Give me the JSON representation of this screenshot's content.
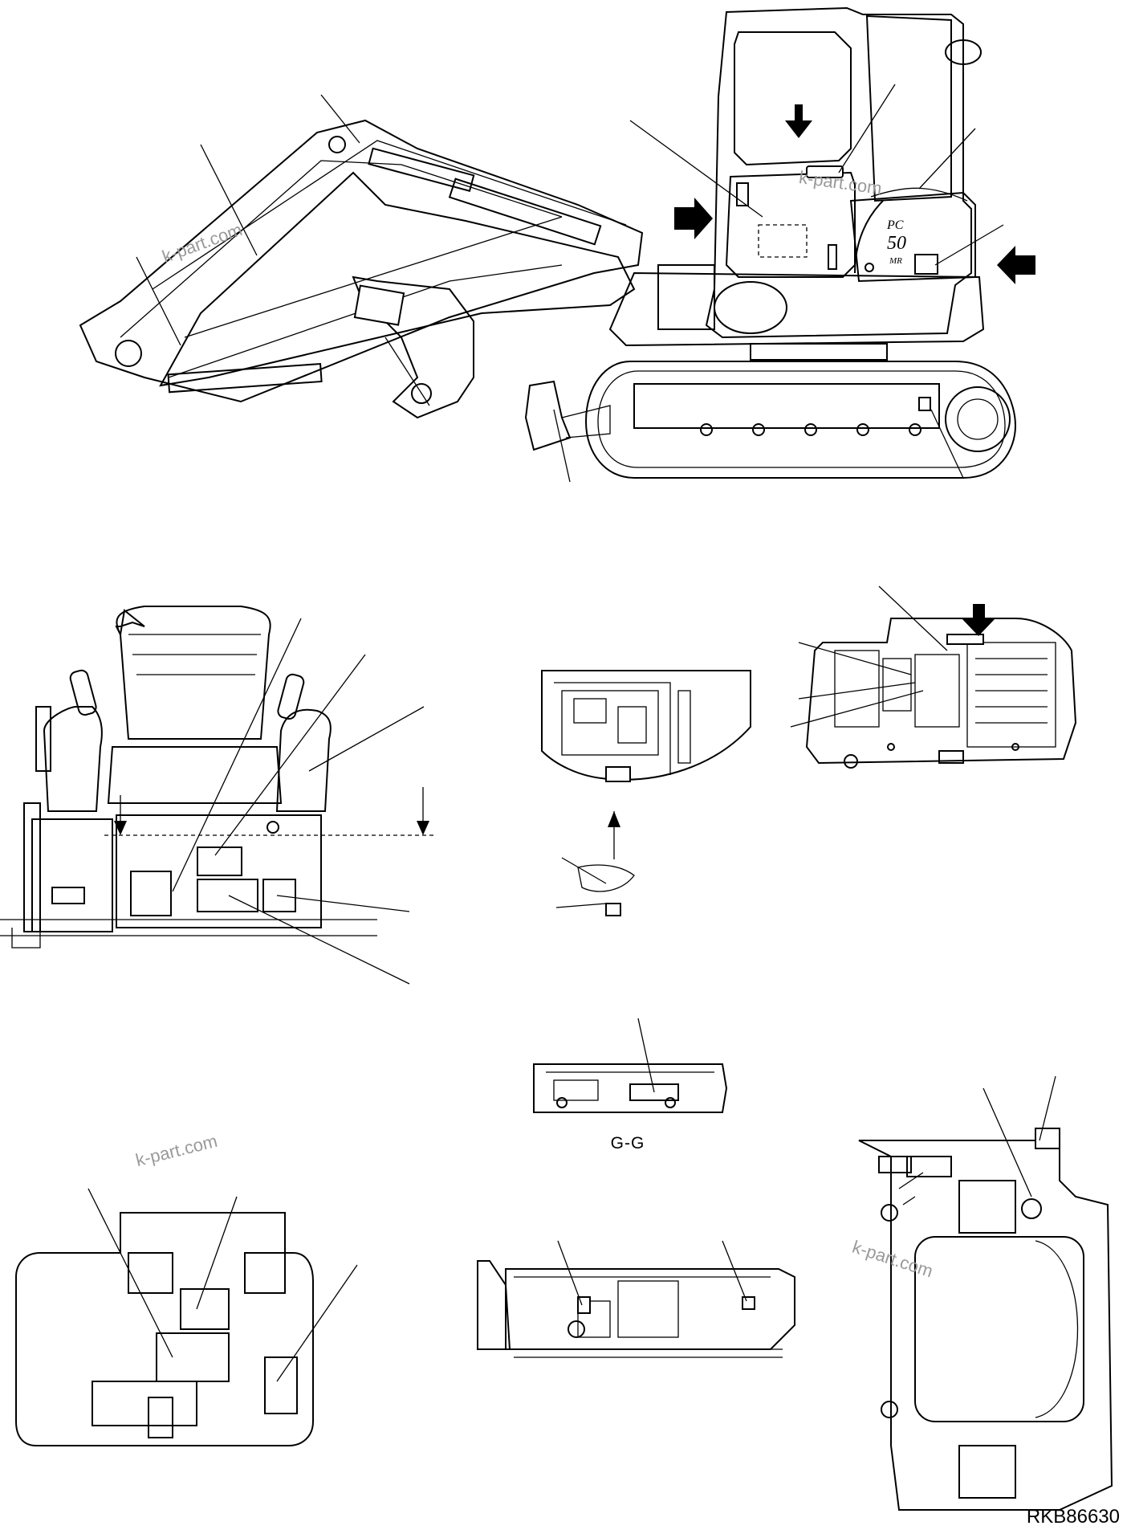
{
  "watermarks": [
    "k-part.com",
    "k-part.com",
    "k-part.com",
    "k-part.com"
  ],
  "section_label": "G-G",
  "drawing_reference": "RKB86630",
  "model_badge": {
    "line1": "PC",
    "line2": "50",
    "line3": "MR"
  }
}
